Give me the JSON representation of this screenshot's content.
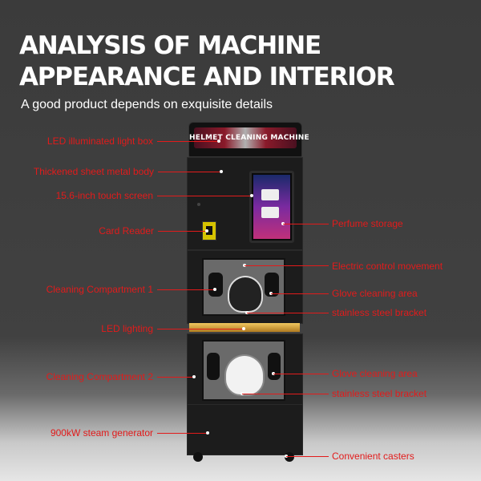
{
  "header": {
    "title_line1": "ANALYSIS OF MACHINE",
    "title_line2": "APPEARANCE AND INTERIOR",
    "subtitle": "A good product depends on exquisite details"
  },
  "machine": {
    "lightbox_text": "HELMET CLEANING MACHINE"
  },
  "labels": {
    "left": [
      "LED illuminated light box",
      "Thickened sheet metal body",
      "15.6-inch touch screen",
      "Card Reader",
      "Cleaning Compartment 1",
      "LED lighting",
      "Cleaning Compartment 2",
      "900kW steam generator"
    ],
    "right": [
      "Perfume storage",
      "Electric control movement",
      "Glove cleaning area",
      "stainless steel bracket",
      "Glove cleaning area",
      "stainless steel bracket",
      "Convenient casters"
    ]
  },
  "colors": {
    "accent": "#e21b1b",
    "background": "#3b3b3b",
    "machine_body": "#1c1c1c",
    "reader": "#d6c300"
  }
}
